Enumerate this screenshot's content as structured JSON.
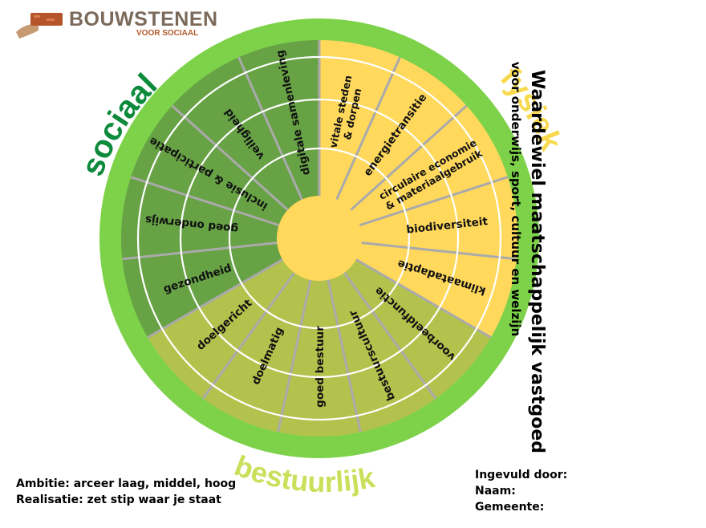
{
  "logo": {
    "main": "BOUWSTENEN",
    "sub": "VOOR SOCIAAL",
    "icon": "brick-hand-icon"
  },
  "title": "Waardewiel maatschappelijk vastgoed",
  "subtitle": "voor onderwijs, sport, cultuur en welzijn",
  "categories": {
    "sociaal": "sociaal",
    "fysiek": "fysiek",
    "bestuurlijk": "bestuurlijk"
  },
  "segments": {
    "sociaal": [
      [
        "digitale samenleving"
      ],
      [
        "veiligheid"
      ],
      [
        "inclusie &  participatie"
      ],
      [
        "goed onderwijs"
      ],
      [
        "gezondheid"
      ]
    ],
    "fysiek": [
      [
        "vitale steden",
        "& dorpen"
      ],
      [
        "energietransitie"
      ],
      [
        "circulaire economie",
        "& materiaalgebruik"
      ],
      [
        "biodiversiteit"
      ],
      [
        "klimaatadaptie"
      ]
    ],
    "bestuurlijk": [
      [
        "voorbeeldfunctie"
      ],
      [
        "bestuurscultuur"
      ],
      [
        "goed bestuur"
      ],
      [
        "doelmatig"
      ],
      [
        "doelgericht"
      ]
    ]
  },
  "instructions": {
    "ambitie": "Ambitie: arceer laag, middel, hoog",
    "realisatie": "Realisatie: zet stip waar je staat"
  },
  "form": {
    "ingevuld_door": "Ingevuld door:",
    "naam": "Naam:",
    "gemeente": "Gemeente:"
  },
  "colors": {
    "outer_ring": "#7dd24a",
    "sociaal": "#67a245",
    "fysiek": "#ffd85c",
    "bestuurlijk": "#b2c24c",
    "hub": "#ffd85c",
    "fysiek_label": "#f7d94c",
    "sociaal_label": "#0d8a3b",
    "bestuurlijk_label": "#c9e05a",
    "divider": "#aaaaaa"
  }
}
